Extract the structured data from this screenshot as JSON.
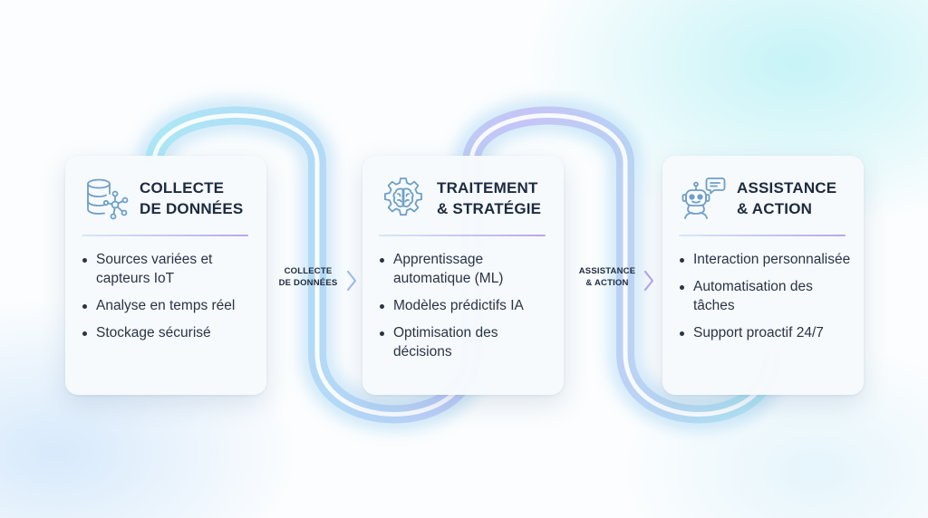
{
  "stages": [
    {
      "icon": "database-network-icon",
      "title_line1": "COLLECTE",
      "title_line2": "DE DONNÉES",
      "items": [
        "Sources variées et capteurs IoT",
        "Analyse en temps réel",
        "Stockage sécurisé"
      ]
    },
    {
      "icon": "brain-gear-icon",
      "title_line1": "TRAITEMENT",
      "title_line2": "& STRATÉGIE",
      "items": [
        "Apprentissage automatique (ML)",
        "Modèles prédictifs IA",
        "Optimisation des décisions"
      ]
    },
    {
      "icon": "robot-chat-icon",
      "title_line1": "ASSISTANCE",
      "title_line2": "& ACTION",
      "items": [
        "Interaction personnalisée",
        "Automatisation des tâches",
        "Support proactif 24/7"
      ]
    }
  ],
  "connectors": [
    {
      "line1": "COLLECTE",
      "line2": "DE DONNÉES"
    },
    {
      "line1": "ASSISTANCE",
      "line2": "& ACTION"
    }
  ],
  "colors": {
    "flow_cyan": "#7fe0ee",
    "flow_blue": "#8fb4f4",
    "flow_violet": "#b79cf0",
    "title_text": "#1d2a3f",
    "body_text": "#2a3446",
    "icon_stroke": "#6e9fc8"
  }
}
